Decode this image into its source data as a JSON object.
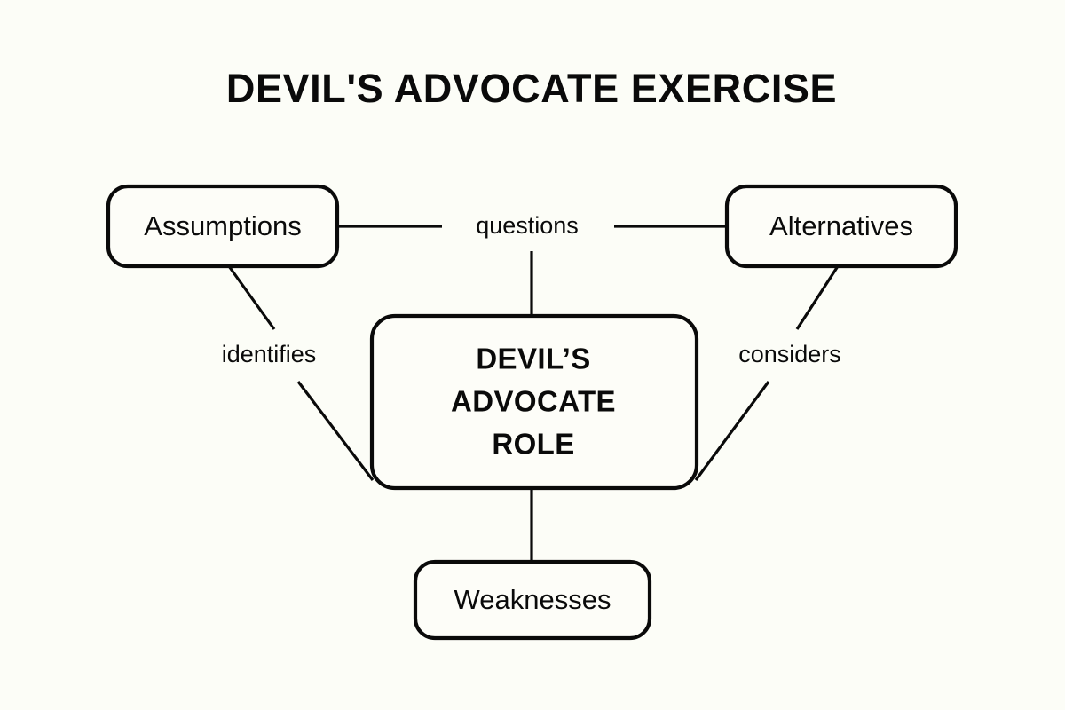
{
  "page": {
    "background_color": "#fcfdf7",
    "ink_color": "#0a0a0a",
    "node_fill_color": "#fdfdf8"
  },
  "title": "DEVIL'S ADVOCATE EXERCISE",
  "diagram": {
    "type": "concept-map",
    "center_node": {
      "id": "devils-advocate-role",
      "lines": [
        "DEVIL’S",
        "ADVOCATE",
        "ROLE"
      ],
      "text": "DEVIL’S ADVOCATE ROLE"
    },
    "nodes": [
      {
        "id": "assumptions",
        "label": "Assumptions"
      },
      {
        "id": "alternatives",
        "label": "Alternatives"
      },
      {
        "id": "weaknesses",
        "label": "Weaknesses"
      }
    ],
    "edges": [
      {
        "id": "edge-identifies",
        "label": "identifies",
        "from": "assumptions",
        "to": "devils-advocate-role"
      },
      {
        "id": "edge-questions",
        "label": "questions",
        "from": "assumptions",
        "to": "alternatives"
      },
      {
        "id": "edge-considers",
        "label": "considers",
        "from": "alternatives",
        "to": "devils-advocate-role"
      },
      {
        "id": "edge-weaknesses",
        "label": "",
        "from": "devils-advocate-role",
        "to": "weaknesses"
      }
    ]
  }
}
